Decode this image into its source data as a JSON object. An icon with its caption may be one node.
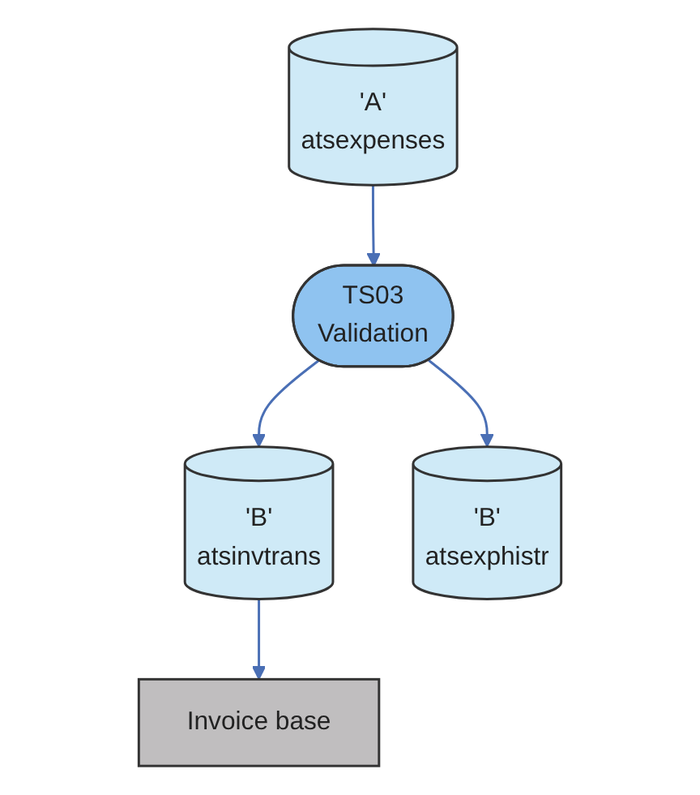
{
  "diagram": {
    "nodes": [
      {
        "text": [
          "'A'",
          "atsexpenses"
        ]
      },
      {
        "text": [
          "TS03",
          "Validation"
        ]
      },
      {
        "text": [
          "'B'",
          "atsinvtrans"
        ]
      },
      {
        "text": [
          "'B'",
          "atsexphistr"
        ]
      },
      {
        "text": [
          "Invoice base"
        ]
      }
    ],
    "edges": [
      {
        "from": 0,
        "to": 1,
        "arrow": "to"
      },
      {
        "from": 1,
        "to": 2,
        "arrow": "to"
      },
      {
        "from": 1,
        "to": 3,
        "arrow": "to"
      },
      {
        "from": 2,
        "to": 4,
        "arrow": "to"
      }
    ]
  }
}
